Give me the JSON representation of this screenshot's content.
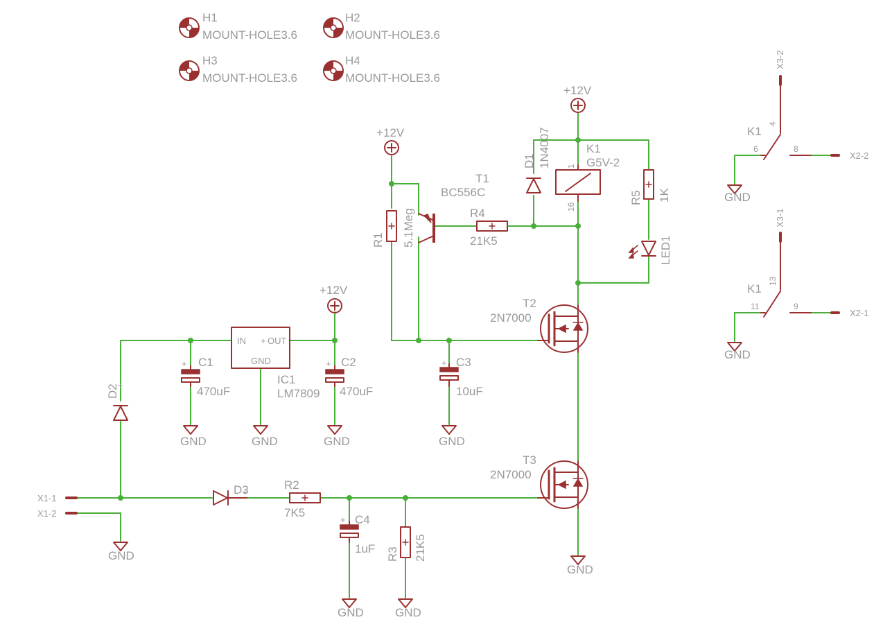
{
  "mount_holes": [
    {
      "name": "H1",
      "value": "MOUNT-HOLE3.6"
    },
    {
      "name": "H2",
      "value": "MOUNT-HOLE3.6"
    },
    {
      "name": "H3",
      "value": "MOUNT-HOLE3.6"
    },
    {
      "name": "H4",
      "value": "MOUNT-HOLE3.6"
    }
  ],
  "supplies": {
    "vcc1": "+12V",
    "vcc2": "+12V",
    "vcc3": "+12V",
    "gnd": "GND"
  },
  "components": {
    "T1": {
      "name": "T1",
      "value": "BC556C"
    },
    "R1": {
      "name": "R1",
      "value": "5.1Meg"
    },
    "R4": {
      "name": "R4",
      "value": "21K5"
    },
    "D1": {
      "name": "D1",
      "value": "1N4007"
    },
    "K1": {
      "name": "K1",
      "value": "G5V-2",
      "pin_a": "1",
      "pin_b": "16"
    },
    "R5": {
      "name": "R5",
      "value": "1K"
    },
    "LED1": {
      "name": "LED1"
    },
    "T2": {
      "name": "T2",
      "value": "2N7000"
    },
    "T3": {
      "name": "T3",
      "value": "2N7000"
    },
    "C3": {
      "name": "C3",
      "value": "10uF"
    },
    "IC1": {
      "name": "IC1",
      "value": "LM7809",
      "pin_in": "IN",
      "pin_out": "OUT",
      "pin_gnd": "GND"
    },
    "C1": {
      "name": "C1",
      "value": "470uF"
    },
    "C2": {
      "name": "C2",
      "value": "470uF"
    },
    "D2": {
      "name": "D2"
    },
    "D3": {
      "name": "D3"
    },
    "R2": {
      "name": "R2",
      "value": "7K5"
    },
    "C4": {
      "name": "C4",
      "value": "1uF"
    },
    "R3": {
      "name": "R3",
      "value": "21K5"
    }
  },
  "connectors": {
    "x1_1": "X1-1",
    "x1_2": "X1-2",
    "x3_2": "X3-2",
    "x2_2": "X2-2",
    "x3_1": "X3-1",
    "x2_1": "X2-1"
  },
  "contacts": {
    "k1a": {
      "name": "K1",
      "common": "4",
      "no": "6",
      "nc": "8"
    },
    "k1b": {
      "name": "K1",
      "common": "13",
      "no": "11",
      "nc": "9"
    }
  }
}
